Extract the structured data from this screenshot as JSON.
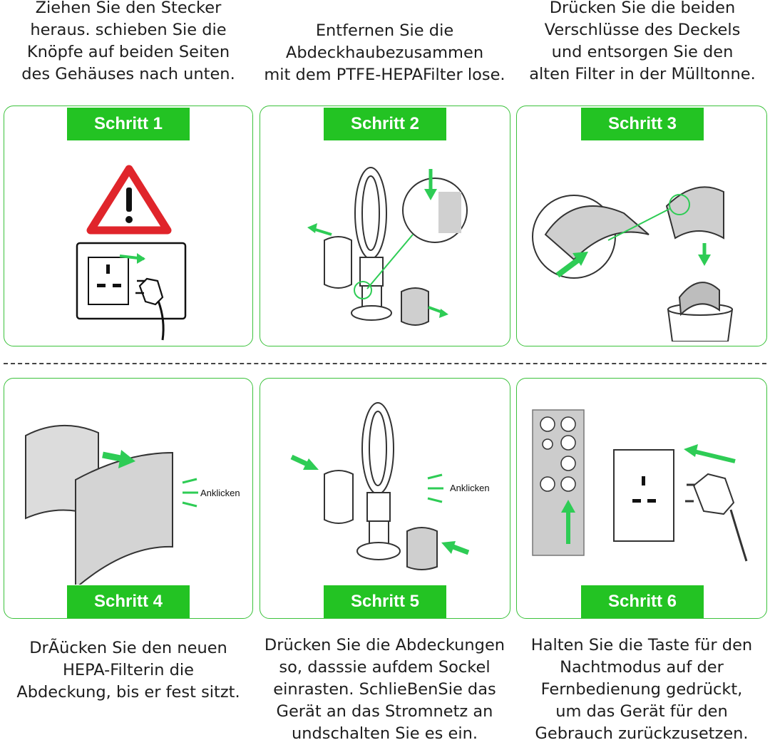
{
  "colors": {
    "accent_green": "#23c323",
    "panel_border": "#3cc23c",
    "arrow_green": "#2ecc55",
    "warning_red": "#e0252b"
  },
  "steps": [
    {
      "badge": "Schritt 1",
      "caption": "Ziehen Sie den Stecker\nheraus. schieben Sie die\nKnöpfe auf beiden Seiten\ndes Gehäuses nach unten."
    },
    {
      "badge": "Schritt 2",
      "caption": "Entfernen Sie die\nAbdeckhaubezusammen\nmit dem PTFE-HEPAFilter lose."
    },
    {
      "badge": "Schritt 3",
      "caption": "Drücken Sie die beiden\nVerschlüsse des Deckels\nund entsorgen Sie den\nalten Filter in der Mülltonne."
    },
    {
      "badge": "Schritt 4",
      "caption": "DrÃücken Sie den neuen\nHEPA-Filterin die\nAbdeckung, bis er fest sitzt.",
      "label": "Anklicken"
    },
    {
      "badge": "Schritt 5",
      "caption": "Drücken Sie die Abdeckungen\nso, dasssie aufdem Sockel\neinrasten. SchlieBenSie das\nGerät an das Stromnetz an\nundschalten Sie es ein.",
      "label": "Anklicken"
    },
    {
      "badge": "Schritt 6",
      "caption": "Halten Sie die Taste für den\nNachtmodus auf der\nFernbedienung gedrückt,\num das Gerät für den\nGebrauch zurückzusetzen."
    }
  ]
}
